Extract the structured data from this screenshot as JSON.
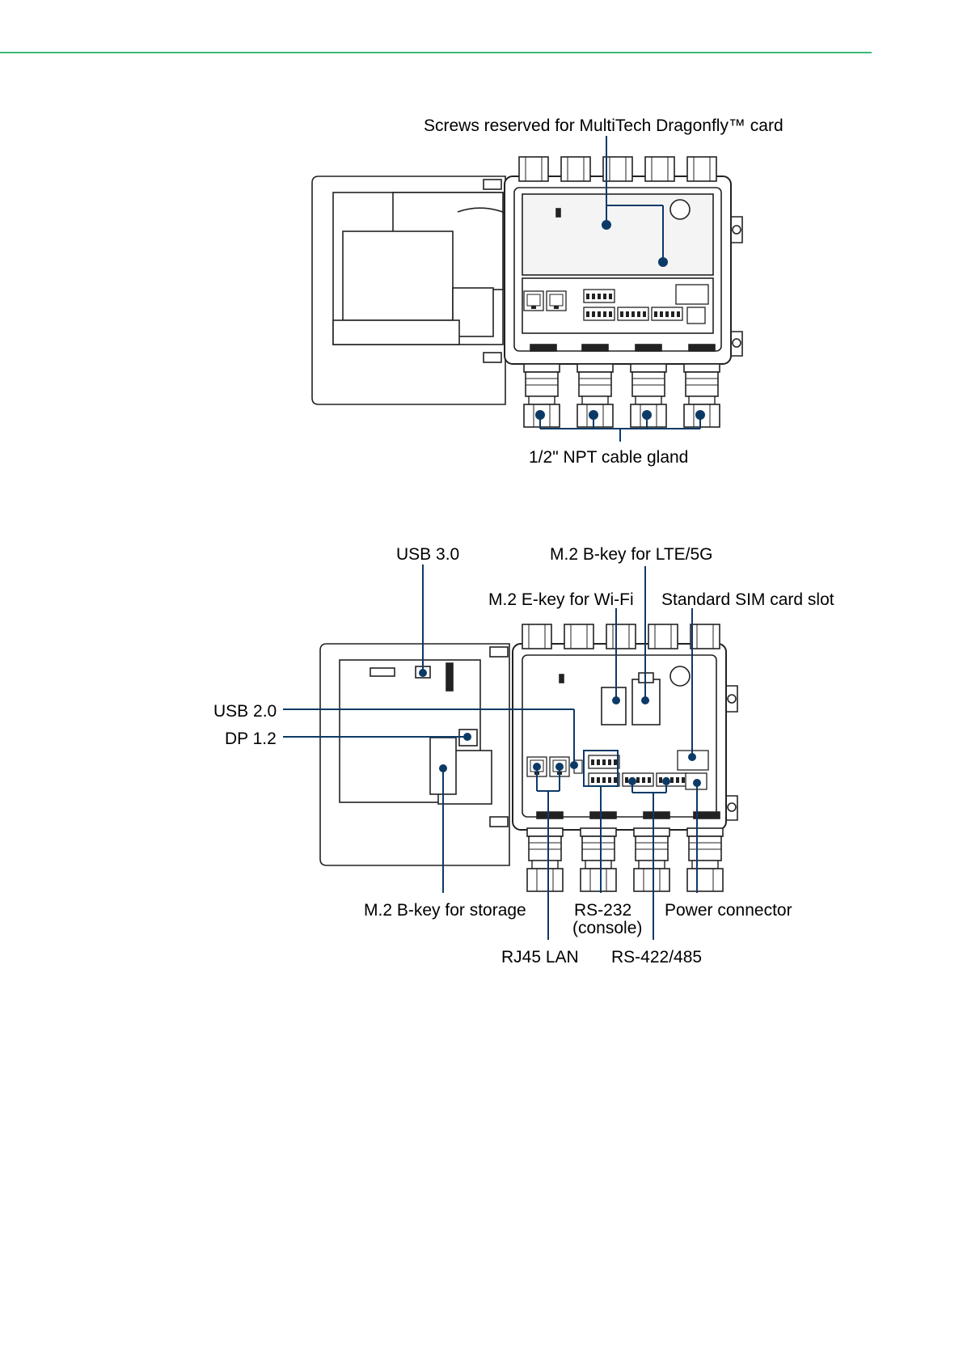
{
  "colors": {
    "accent_rule": "#3cb878",
    "callout": "#0c3a67",
    "line_art": "#222222"
  },
  "figure_top": {
    "label_screws": "Screws reserved for MultiTech Dragonfly™ card",
    "label_gland": "1/2\" NPT cable gland"
  },
  "figure_bottom": {
    "usb30": "USB 3.0",
    "m2_bkey_lte": "M.2 B-key for LTE/5G",
    "m2_ekey_wifi": "M.2 E-key for Wi-Fi",
    "sim_slot": "Standard SIM card slot",
    "usb20": "USB 2.0",
    "dp12": "DP 1.2",
    "m2_bkey_storage": "M.2 B-key for storage",
    "rs232": "RS-232",
    "rs232_sub": "(console)",
    "power": "Power connector",
    "rj45": "RJ45 LAN",
    "rs422": "RS-422/485"
  }
}
